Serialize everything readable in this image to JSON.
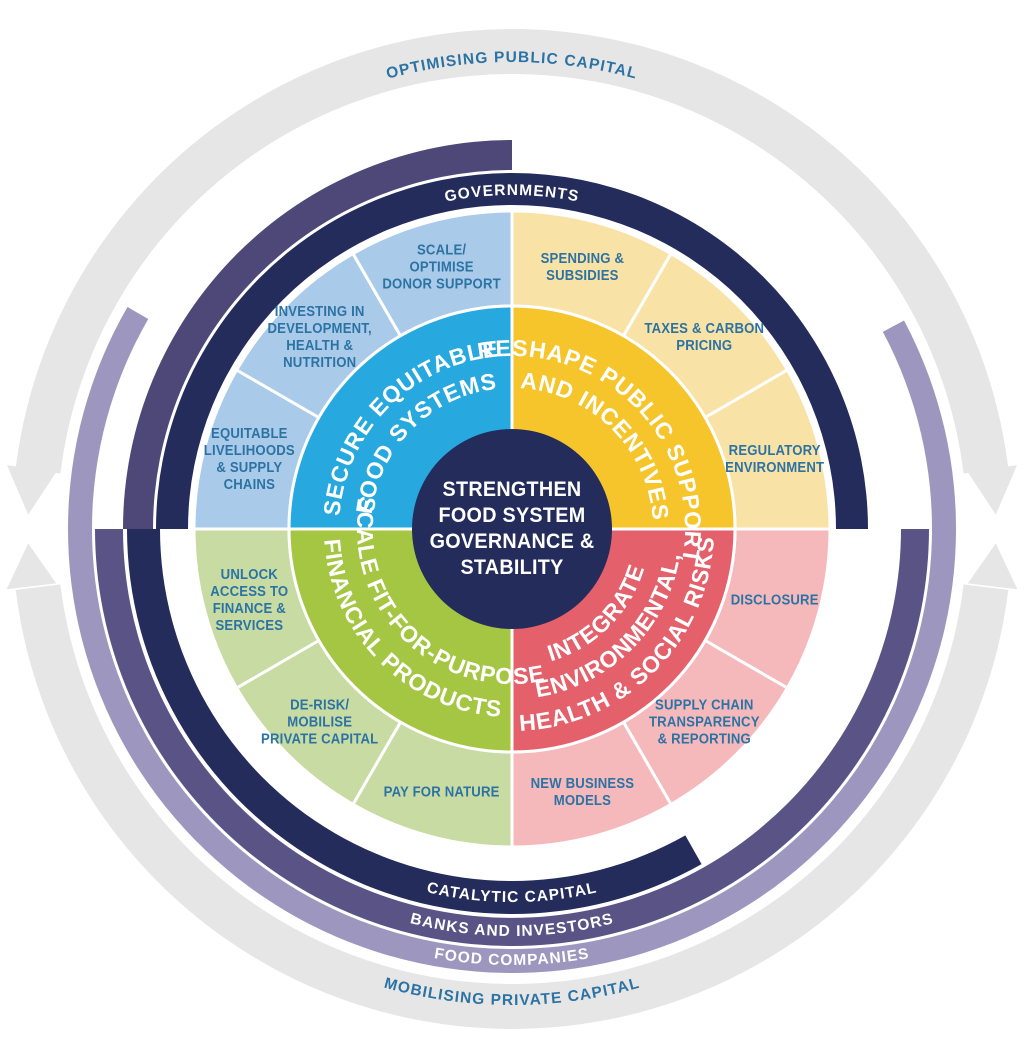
{
  "colors": {
    "navy": "#232C5A",
    "blue": "#27A8DF",
    "yellow": "#F5C52B",
    "green": "#A4C643",
    "red": "#E4616C",
    "light_blue": "#A9CBE9",
    "light_yellow": "#F9E2A5",
    "light_green": "#C7DBA3",
    "light_pink": "#F5B9BC",
    "purple_dark": "#4E4878",
    "purple": "#5A5486",
    "lavender": "#9D97BF",
    "gray": "#E6E6E6",
    "label_blue": "#2C73A4",
    "white": "#FFFFFF"
  },
  "center": {
    "lines": [
      "STRENGTHEN",
      "FOOD SYSTEM",
      "GOVERNANCE &",
      "STABILITY"
    ]
  },
  "quadrants": [
    {
      "name": "secure-equitable-food-systems",
      "lines": [
        "SECURE EQUITABLE",
        "FOOD SYSTEMS"
      ]
    },
    {
      "name": "reshape-public-support-and-incentives",
      "lines": [
        "RESHAPE PUBLIC SUPPORT",
        "AND INCENTIVES"
      ]
    },
    {
      "name": "scale-fit-for-purpose-financial-products",
      "lines": [
        "SCALE FIT-FOR-PURPOSE",
        "FINANCIAL PRODUCTS"
      ]
    },
    {
      "name": "integrate-environmental-health-social-risks",
      "lines": [
        "INTEGRATE",
        "ENVIRONMENTAL,",
        "HEALTH & SOCIAL RISKS"
      ]
    }
  ],
  "wedges": [
    {
      "name": "equitable-livelihoods-supply-chains",
      "lines": [
        "EQUITABLE",
        "LIVELIHOODS",
        "& SUPPLY",
        "CHAINS"
      ]
    },
    {
      "name": "investing-in-development-health-nutrition",
      "lines": [
        "INVESTING IN",
        "DEVELOPMENT,",
        "HEALTH &",
        "NUTRITION"
      ]
    },
    {
      "name": "scale-optimise-donor-support",
      "lines": [
        "SCALE/",
        "OPTIMISE",
        "DONOR SUPPORT"
      ]
    },
    {
      "name": "spending-subsidies",
      "lines": [
        "SPENDING &",
        "SUBSIDIES"
      ]
    },
    {
      "name": "taxes-carbon-pricing",
      "lines": [
        "TAXES & CARBON",
        "PRICING"
      ]
    },
    {
      "name": "regulatory-environment",
      "lines": [
        "REGULATORY",
        "ENVIRONMENT"
      ]
    },
    {
      "name": "disclosure",
      "lines": [
        "DISCLOSURE"
      ]
    },
    {
      "name": "supply-chain-transparency-reporting",
      "lines": [
        "SUPPLY CHAIN",
        "TRANSPARENCY",
        "& REPORTING"
      ]
    },
    {
      "name": "new-business-models",
      "lines": [
        "NEW BUSINESS",
        "MODELS"
      ]
    },
    {
      "name": "pay-for-nature",
      "lines": [
        "PAY FOR NATURE"
      ]
    },
    {
      "name": "de-risk-mobilise-private-capital",
      "lines": [
        "DE-RISK/",
        "MOBILISE",
        "PRIVATE CAPITAL"
      ]
    },
    {
      "name": "unlock-access-to-finance-services",
      "lines": [
        "UNLOCK",
        "ACCESS TO",
        "FINANCE &",
        "SERVICES"
      ]
    }
  ],
  "rings": {
    "governments": "GOVERNMENTS",
    "catalytic_capital": "CATALYTIC CAPITAL",
    "banks_and_investors": "BANKS AND INVESTORS",
    "food_companies": "FOOD COMPANIES",
    "optimising_public_capital": "OPTIMISING PUBLIC CAPITAL",
    "mobilising_private_capital": "MOBILISING PRIVATE CAPITAL"
  }
}
